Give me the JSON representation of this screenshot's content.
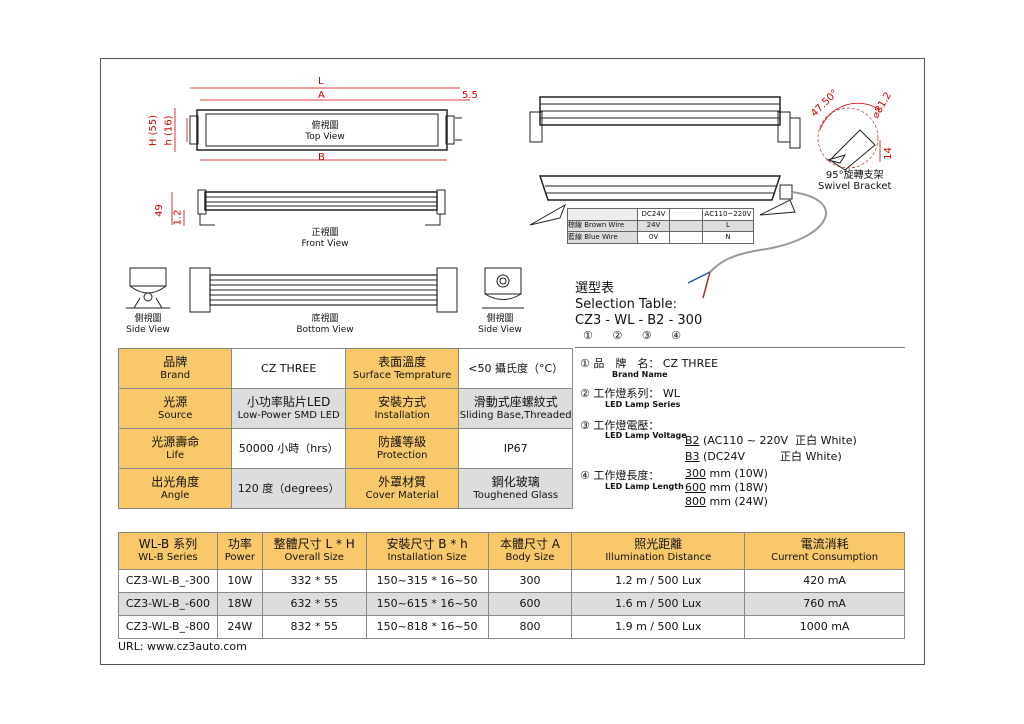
{
  "drawings": {
    "top_view": {
      "cn": "俯視圖",
      "en": "Top View",
      "dims": {
        "L": "L",
        "A": "A",
        "offset": "5.5",
        "H": "H (55)",
        "h": "h (16)",
        "B": "B"
      }
    },
    "front_view": {
      "cn": "正視圖",
      "en": "Front View",
      "dims": {
        "height": "49",
        "base": "1.2"
      }
    },
    "side_view_left": {
      "cn": "側視圖",
      "en": "Side View"
    },
    "bottom_view": {
      "cn": "底視圖",
      "en": "Bottom View"
    },
    "side_view_right": {
      "cn": "側視圖",
      "en": "Side View"
    },
    "bracket": {
      "cn": "95°旋轉支架",
      "en": "Swivel Bracket",
      "angle": "47.50°",
      "dia": "⌀81.2",
      "h": "14"
    }
  },
  "wire_table": {
    "headers": [
      "",
      "DC24V",
      "",
      "AC110~220V"
    ],
    "rows": [
      [
        "棕線 Brown Wire",
        "24V",
        "",
        "L"
      ],
      [
        "藍線 Blue Wire",
        "0V",
        "",
        "N"
      ]
    ]
  },
  "selection": {
    "title_cn": "選型表",
    "title_en": "Selection Table:",
    "code": "CZ3 - WL - B2 - 300",
    "markers": [
      "①",
      "②",
      "③",
      "④"
    ],
    "items": [
      {
        "num": "①",
        "cn": "品　牌　名：",
        "en": "Brand Name",
        "value": "CZ THREE"
      },
      {
        "num": "②",
        "cn": "工作燈系列：",
        "en": "LED Lamp Series",
        "value": "WL"
      },
      {
        "num": "③",
        "cn": "工作燈電壓：",
        "en": "LED Lamp Voltage",
        "options": [
          {
            "code": "B2",
            "text": " (AC110 ~ 220V  正白 White)"
          },
          {
            "code": "B3",
            "text": " (DC24V          正白 White)"
          }
        ]
      },
      {
        "num": "④",
        "cn": "工作燈長度：",
        "en": "LED Lamp Length",
        "options": [
          {
            "code": "300",
            "text": " mm (10W)"
          },
          {
            "code": "600",
            "text": " mm (18W)"
          },
          {
            "code": "800",
            "text": " mm (24W)"
          }
        ]
      }
    ]
  },
  "spec": [
    [
      {
        "cn": "品牌",
        "en": "Brand"
      },
      {
        "v": "CZ THREE"
      },
      {
        "cn": "表面溫度",
        "en": "Surface Temprature"
      },
      {
        "v": "<50 攝氏度（°C）"
      }
    ],
    [
      {
        "cn": "光源",
        "en": "Source"
      },
      {
        "cn": "小功率貼片LED",
        "en": "Low-Power SMD LED"
      },
      {
        "cn": "安裝方式",
        "en": "Installation"
      },
      {
        "cn": "滑動式座螺紋式",
        "en": "Sliding Base,Threaded"
      }
    ],
    [
      {
        "cn": "光源壽命",
        "en": "Life"
      },
      {
        "v": "50000 小時（hrs）"
      },
      {
        "cn": "防護等級",
        "en": "Protection"
      },
      {
        "v": "IP67"
      }
    ],
    [
      {
        "cn": "出光角度",
        "en": "Angle"
      },
      {
        "v": "120 度（degrees）"
      },
      {
        "cn": "外罩材質",
        "en": "Cover Material"
      },
      {
        "cn": "鋼化玻璃",
        "en": "Toughened Glass"
      }
    ]
  ],
  "models": {
    "headers": [
      {
        "cn": "WL-B 系列",
        "en": "WL-B Series"
      },
      {
        "cn": "功率",
        "en": "Power"
      },
      {
        "cn": "整體尺寸 L * H",
        "en": "Overall Size"
      },
      {
        "cn": "安裝尺寸 B * h",
        "en": "Installation Size"
      },
      {
        "cn": "本體尺寸 A",
        "en": "Body Size"
      },
      {
        "cn": "照光距離",
        "en": "Illumination Distance"
      },
      {
        "cn": "電流消耗",
        "en": "Current Consumption"
      }
    ],
    "rows": [
      [
        "CZ3-WL-B_-300",
        "10W",
        "332 * 55",
        "150~315 * 16~50",
        "300",
        "1.2 m / 500 Lux",
        "420 mA"
      ],
      [
        "CZ3-WL-B_-600",
        "18W",
        "632 * 55",
        "150~615 * 16~50",
        "600",
        "1.6 m / 500 Lux",
        "760 mA"
      ],
      [
        "CZ3-WL-B_-800",
        "24W",
        "832 * 55",
        "150~818 * 16~50",
        "800",
        "1.9 m / 500 Lux",
        "1000 mA"
      ]
    ]
  },
  "footer": {
    "url": "URL: www.cz3auto.com"
  }
}
